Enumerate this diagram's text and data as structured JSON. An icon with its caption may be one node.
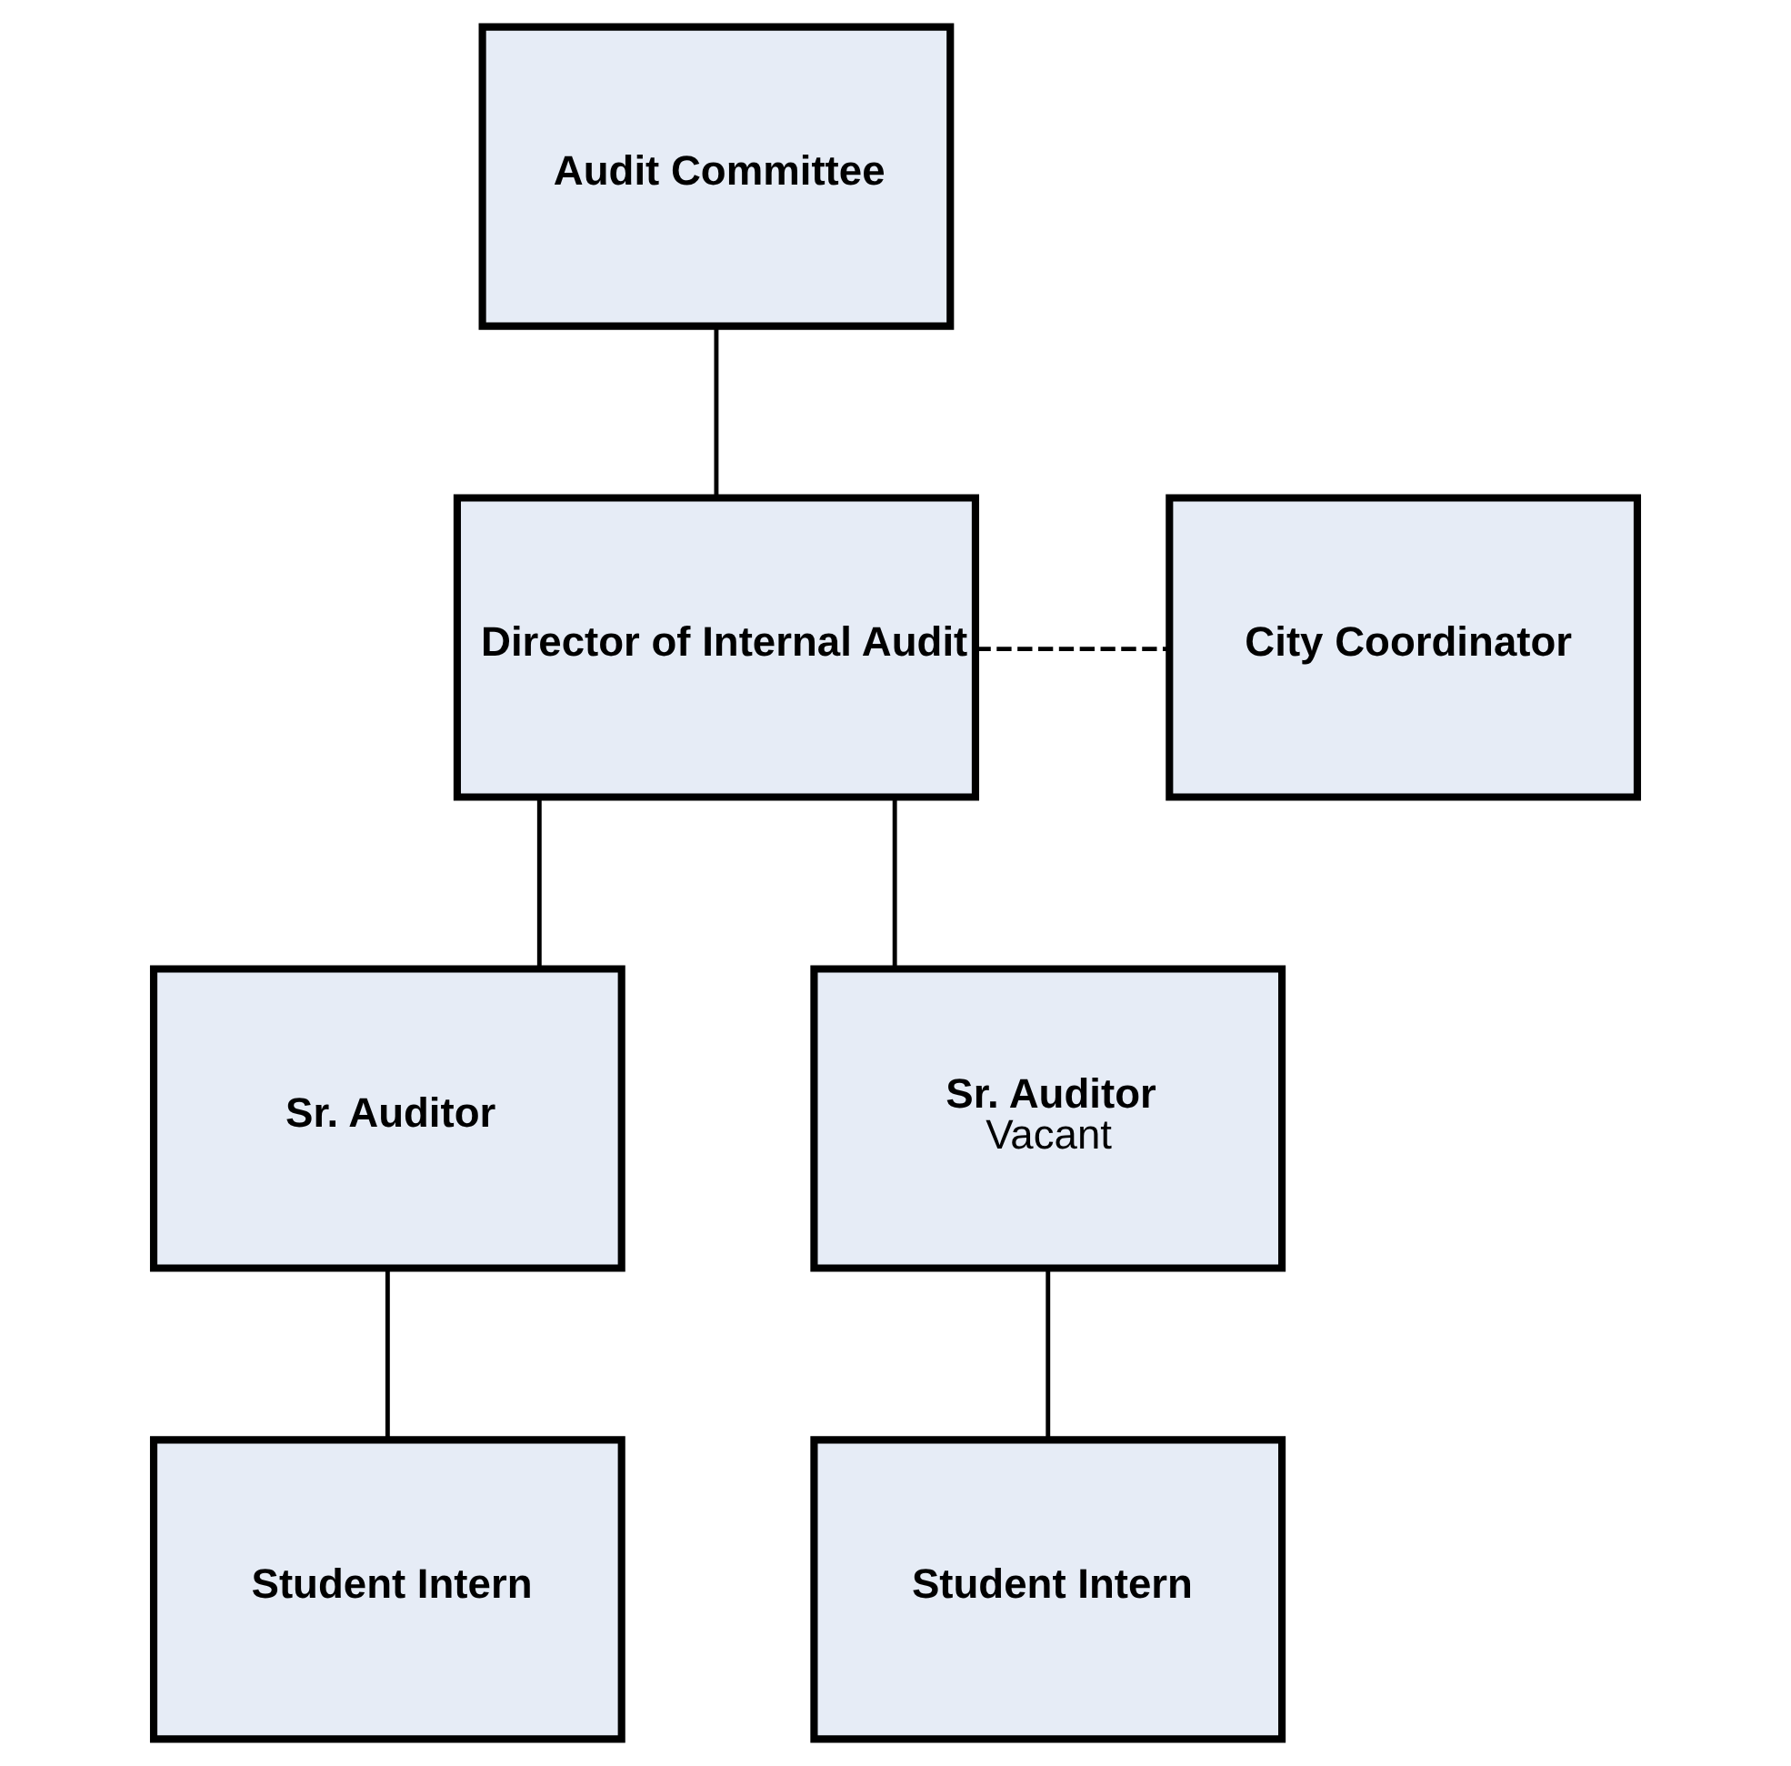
{
  "diagram": {
    "nodes": [
      {
        "text": [
          "Audit Committee"
        ]
      },
      {
        "text": [
          "City Coordinator"
        ]
      },
      {
        "text": [
          "Director of Internal Audit"
        ]
      },
      {
        "text": [
          "Sr. Auditor"
        ]
      },
      {
        "text": [
          "Sr. Auditor",
          "Vacant"
        ]
      },
      {
        "text": [
          "Student Intern"
        ]
      },
      {
        "text": [
          "Student Intern"
        ]
      }
    ],
    "edges": [
      {
        "from": 0,
        "to": 2,
        "arrow": "none"
      },
      {
        "from": 2,
        "to": 1,
        "arrow": "none",
        "style": "dashed"
      },
      {
        "from": 2,
        "to": 3,
        "arrow": "none"
      },
      {
        "from": 2,
        "to": 4,
        "arrow": "none"
      },
      {
        "from": 3,
        "to": 5,
        "arrow": "none"
      },
      {
        "from": 4,
        "to": 6,
        "arrow": "none"
      }
    ]
  }
}
